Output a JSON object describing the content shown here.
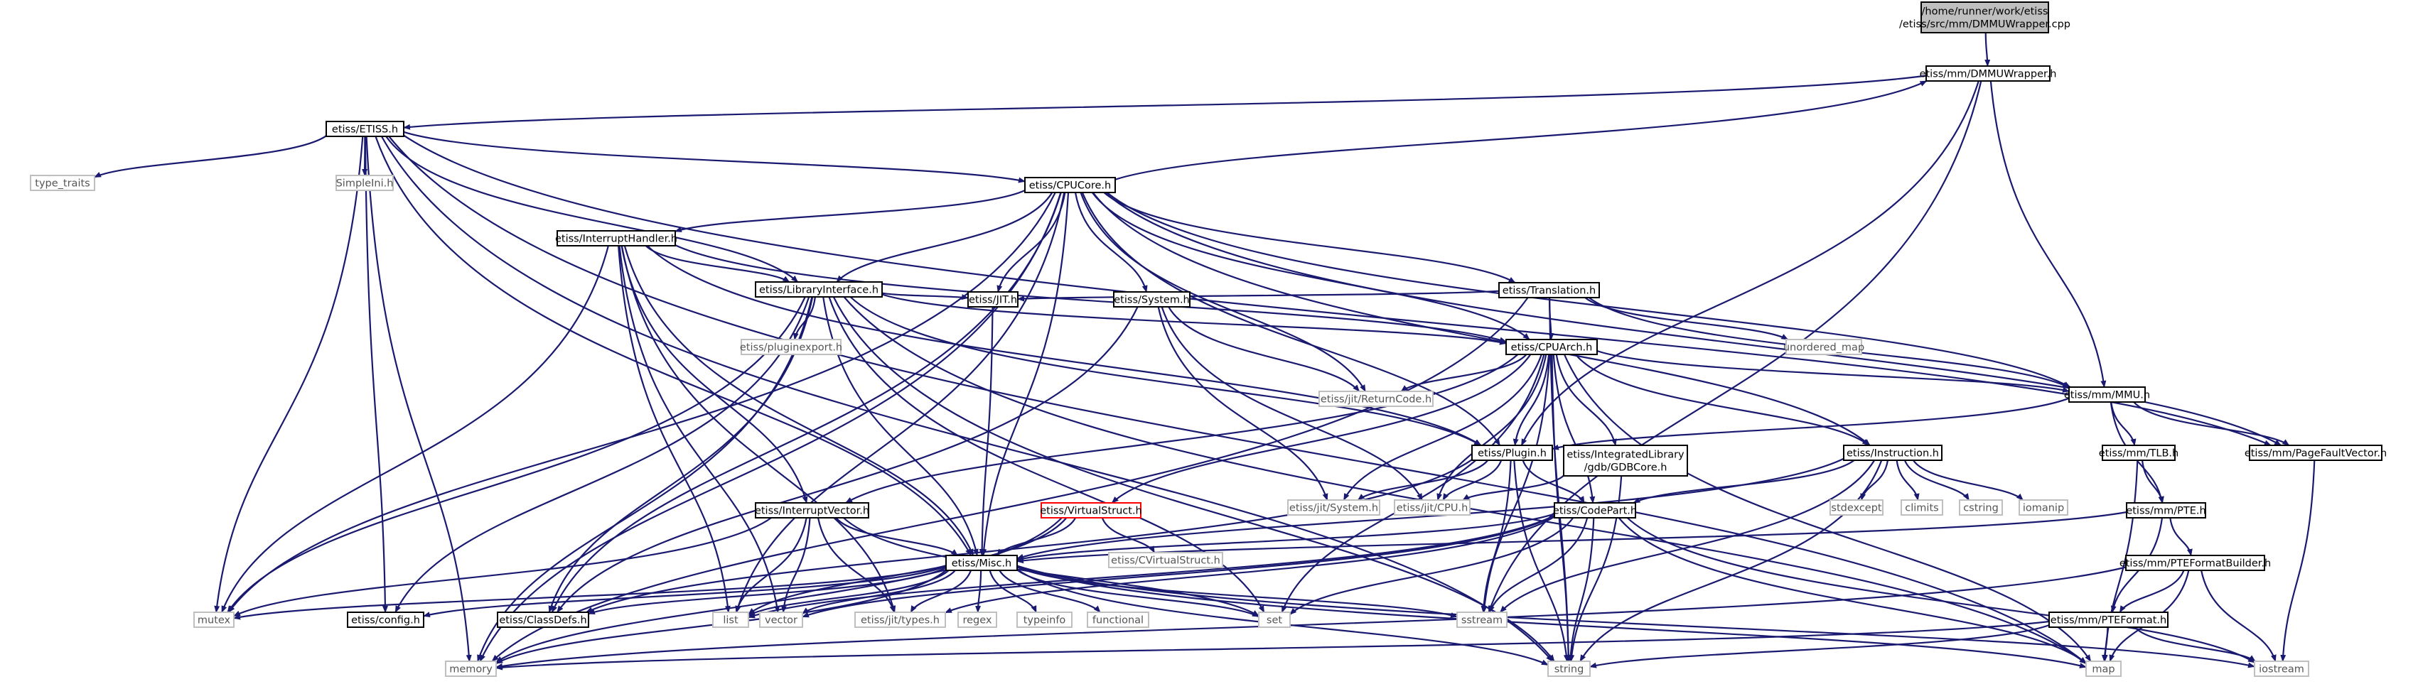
{
  "graph": {
    "nodes": [
      {
        "id": "root",
        "lines": [
          "/home/runner/work/etiss",
          "/etiss/src/mm/DMMUWrapper.cpp"
        ],
        "kind": "root"
      },
      {
        "id": "dmmuwrapper",
        "lines": [
          "etiss/mm/DMMUWrapper.h"
        ],
        "kind": "doc"
      },
      {
        "id": "etiss_h",
        "lines": [
          "etiss/ETISS.h"
        ],
        "kind": "doc"
      },
      {
        "id": "type_traits",
        "lines": [
          "type_traits"
        ],
        "kind": "external"
      },
      {
        "id": "simpleini",
        "lines": [
          "SimpleIni.h"
        ],
        "kind": "external"
      },
      {
        "id": "cpucore",
        "lines": [
          "etiss/CPUCore.h"
        ],
        "kind": "doc"
      },
      {
        "id": "interrupthandler",
        "lines": [
          "etiss/InterruptHandler.h"
        ],
        "kind": "doc"
      },
      {
        "id": "libraryinterface",
        "lines": [
          "etiss/LibraryInterface.h"
        ],
        "kind": "doc"
      },
      {
        "id": "pluginexport",
        "lines": [
          "etiss/pluginexport.h"
        ],
        "kind": "external"
      },
      {
        "id": "jit_h",
        "lines": [
          "etiss/JIT.h"
        ],
        "kind": "doc"
      },
      {
        "id": "system_h",
        "lines": [
          "etiss/System.h"
        ],
        "kind": "doc"
      },
      {
        "id": "returncode",
        "lines": [
          "etiss/jit/ReturnCode.h"
        ],
        "kind": "external"
      },
      {
        "id": "translation",
        "lines": [
          "etiss/Translation.h"
        ],
        "kind": "doc"
      },
      {
        "id": "unordered_map",
        "lines": [
          "unordered_map"
        ],
        "kind": "external"
      },
      {
        "id": "cpuarch",
        "lines": [
          "etiss/CPUArch.h"
        ],
        "kind": "doc"
      },
      {
        "id": "mmu_h",
        "lines": [
          "etiss/mm/MMU.h"
        ],
        "kind": "doc"
      },
      {
        "id": "plugin_h",
        "lines": [
          "etiss/Plugin.h"
        ],
        "kind": "doc"
      },
      {
        "id": "gdbcore",
        "lines": [
          "etiss/IntegratedLibrary",
          "/gdb/GDBCore.h"
        ],
        "kind": "doc"
      },
      {
        "id": "instruction",
        "lines": [
          "etiss/Instruction.h"
        ],
        "kind": "doc"
      },
      {
        "id": "tlb_h",
        "lines": [
          "etiss/mm/TLB.h"
        ],
        "kind": "doc"
      },
      {
        "id": "pagefault",
        "lines": [
          "etiss/mm/PageFaultVector.h"
        ],
        "kind": "doc"
      },
      {
        "id": "interruptvector",
        "lines": [
          "etiss/InterruptVector.h"
        ],
        "kind": "doc"
      },
      {
        "id": "virtualstruct",
        "lines": [
          "etiss/VirtualStruct.h"
        ],
        "kind": "red"
      },
      {
        "id": "jit_system",
        "lines": [
          "etiss/jit/System.h"
        ],
        "kind": "external"
      },
      {
        "id": "jit_cpu",
        "lines": [
          "etiss/jit/CPU.h"
        ],
        "kind": "external"
      },
      {
        "id": "codepart",
        "lines": [
          "etiss/CodePart.h"
        ],
        "kind": "doc"
      },
      {
        "id": "stdexcept",
        "lines": [
          "stdexcept"
        ],
        "kind": "external"
      },
      {
        "id": "climits",
        "lines": [
          "climits"
        ],
        "kind": "external"
      },
      {
        "id": "cstring",
        "lines": [
          "cstring"
        ],
        "kind": "external"
      },
      {
        "id": "iomanip",
        "lines": [
          "iomanip"
        ],
        "kind": "external"
      },
      {
        "id": "pte_h",
        "lines": [
          "etiss/mm/PTE.h"
        ],
        "kind": "doc"
      },
      {
        "id": "cvirtualstruct",
        "lines": [
          "etiss/CVirtualStruct.h"
        ],
        "kind": "external"
      },
      {
        "id": "misc_h",
        "lines": [
          "etiss/Misc.h"
        ],
        "kind": "doc"
      },
      {
        "id": "pteformatbuilder",
        "lines": [
          "etiss/mm/PTEFormatBuilder.h"
        ],
        "kind": "doc"
      },
      {
        "id": "mutex",
        "lines": [
          "mutex"
        ],
        "kind": "external"
      },
      {
        "id": "config_h",
        "lines": [
          "etiss/config.h"
        ],
        "kind": "doc"
      },
      {
        "id": "classdefs",
        "lines": [
          "etiss/ClassDefs.h"
        ],
        "kind": "doc"
      },
      {
        "id": "list",
        "lines": [
          "list"
        ],
        "kind": "external"
      },
      {
        "id": "vector",
        "lines": [
          "vector"
        ],
        "kind": "external"
      },
      {
        "id": "jit_types",
        "lines": [
          "etiss/jit/types.h"
        ],
        "kind": "external"
      },
      {
        "id": "regex",
        "lines": [
          "regex"
        ],
        "kind": "external"
      },
      {
        "id": "typeinfo",
        "lines": [
          "typeinfo"
        ],
        "kind": "external"
      },
      {
        "id": "functional",
        "lines": [
          "functional"
        ],
        "kind": "external"
      },
      {
        "id": "set",
        "lines": [
          "set"
        ],
        "kind": "external"
      },
      {
        "id": "sstream",
        "lines": [
          "sstream"
        ],
        "kind": "external"
      },
      {
        "id": "pteformat",
        "lines": [
          "etiss/mm/PTEFormat.h"
        ],
        "kind": "doc"
      },
      {
        "id": "memory",
        "lines": [
          "memory"
        ],
        "kind": "external"
      },
      {
        "id": "string",
        "lines": [
          "string"
        ],
        "kind": "external"
      },
      {
        "id": "map",
        "lines": [
          "map"
        ],
        "kind": "external"
      },
      {
        "id": "iostream",
        "lines": [
          "iostream"
        ],
        "kind": "external"
      }
    ],
    "edges": [
      [
        "root",
        "dmmuwrapper"
      ],
      [
        "dmmuwrapper",
        "etiss_h"
      ],
      [
        "dmmuwrapper",
        "mmu_h"
      ],
      [
        "dmmuwrapper",
        "plugin_h"
      ],
      [
        "dmmuwrapper",
        "sstream"
      ],
      [
        "etiss_h",
        "type_traits"
      ],
      [
        "etiss_h",
        "simpleini"
      ],
      [
        "etiss_h",
        "cpucore"
      ],
      [
        "etiss_h",
        "libraryinterface"
      ],
      [
        "etiss_h",
        "misc_h"
      ],
      [
        "etiss_h",
        "mutex"
      ],
      [
        "etiss_h",
        "config_h"
      ],
      [
        "etiss_h",
        "memory"
      ],
      [
        "etiss_h",
        "map"
      ],
      [
        "etiss_h",
        "string"
      ],
      [
        "etiss_h",
        "pagefault"
      ],
      [
        "cpucore",
        "dmmuwrapper"
      ],
      [
        "cpucore",
        "interrupthandler"
      ],
      [
        "cpucore",
        "libraryinterface"
      ],
      [
        "cpucore",
        "jit_h"
      ],
      [
        "cpucore",
        "system_h"
      ],
      [
        "cpucore",
        "returncode"
      ],
      [
        "cpucore",
        "translation"
      ],
      [
        "cpucore",
        "cpuarch"
      ],
      [
        "cpucore",
        "mmu_h"
      ],
      [
        "cpucore",
        "plugin_h"
      ],
      [
        "cpucore",
        "instruction"
      ],
      [
        "cpucore",
        "pagefault"
      ],
      [
        "cpucore",
        "misc_h"
      ],
      [
        "cpucore",
        "mutex"
      ],
      [
        "cpucore",
        "memory"
      ],
      [
        "cpucore",
        "list"
      ],
      [
        "cpucore",
        "classdefs"
      ],
      [
        "interrupthandler",
        "libraryinterface"
      ],
      [
        "interrupthandler",
        "interruptvector"
      ],
      [
        "interrupthandler",
        "cpuarch"
      ],
      [
        "interrupthandler",
        "plugin_h"
      ],
      [
        "interrupthandler",
        "mutex"
      ],
      [
        "interrupthandler",
        "list"
      ],
      [
        "interrupthandler",
        "vector"
      ],
      [
        "interrupthandler",
        "jit_types"
      ],
      [
        "interrupthandler",
        "misc_h"
      ],
      [
        "libraryinterface",
        "pluginexport"
      ],
      [
        "libraryinterface",
        "jit_h"
      ],
      [
        "libraryinterface",
        "cpuarch"
      ],
      [
        "libraryinterface",
        "plugin_h"
      ],
      [
        "libraryinterface",
        "misc_h"
      ],
      [
        "libraryinterface",
        "mutex"
      ],
      [
        "libraryinterface",
        "config_h"
      ],
      [
        "libraryinterface",
        "classdefs"
      ],
      [
        "libraryinterface",
        "memory"
      ],
      [
        "libraryinterface",
        "set"
      ],
      [
        "libraryinterface",
        "string"
      ],
      [
        "libraryinterface",
        "map"
      ],
      [
        "jit_h",
        "misc_h"
      ],
      [
        "system_h",
        "returncode"
      ],
      [
        "system_h",
        "jit_system"
      ],
      [
        "system_h",
        "jit_cpu"
      ],
      [
        "system_h",
        "classdefs"
      ],
      [
        "translation",
        "jit_h"
      ],
      [
        "translation",
        "cpuarch"
      ],
      [
        "translation",
        "unordered_map"
      ],
      [
        "translation",
        "mmu_h"
      ],
      [
        "translation",
        "string"
      ],
      [
        "translation",
        "memory"
      ],
      [
        "cpuarch",
        "returncode"
      ],
      [
        "cpuarch",
        "mmu_h"
      ],
      [
        "cpuarch",
        "plugin_h"
      ],
      [
        "cpuarch",
        "gdbcore"
      ],
      [
        "cpuarch",
        "instruction"
      ],
      [
        "cpuarch",
        "interruptvector"
      ],
      [
        "cpuarch",
        "virtualstruct"
      ],
      [
        "cpuarch",
        "jit_system"
      ],
      [
        "cpuarch",
        "jit_cpu"
      ],
      [
        "cpuarch",
        "codepart"
      ],
      [
        "cpuarch",
        "set"
      ],
      [
        "cpuarch",
        "string"
      ],
      [
        "cpuarch",
        "map"
      ],
      [
        "cpuarch",
        "sstream"
      ],
      [
        "mmu_h",
        "plugin_h"
      ],
      [
        "mmu_h",
        "tlb_h"
      ],
      [
        "mmu_h",
        "pagefault"
      ],
      [
        "mmu_h",
        "pte_h"
      ],
      [
        "plugin_h",
        "jit_system"
      ],
      [
        "plugin_h",
        "jit_cpu"
      ],
      [
        "plugin_h",
        "codepart"
      ],
      [
        "plugin_h",
        "classdefs"
      ],
      [
        "plugin_h",
        "string"
      ],
      [
        "plugin_h",
        "sstream"
      ],
      [
        "gdbcore",
        "jit_cpu"
      ],
      [
        "gdbcore",
        "string"
      ],
      [
        "instruction",
        "codepart"
      ],
      [
        "instruction",
        "stdexcept"
      ],
      [
        "instruction",
        "climits"
      ],
      [
        "instruction",
        "cstring"
      ],
      [
        "instruction",
        "iomanip"
      ],
      [
        "instruction",
        "misc_h"
      ],
      [
        "instruction",
        "string"
      ],
      [
        "instruction",
        "sstream"
      ],
      [
        "tlb_h",
        "pte_h"
      ],
      [
        "tlb_h",
        "map"
      ],
      [
        "pagefault",
        "iostream"
      ],
      [
        "interruptvector",
        "misc_h"
      ],
      [
        "interruptvector",
        "mutex"
      ],
      [
        "interruptvector",
        "list"
      ],
      [
        "interruptvector",
        "vector"
      ],
      [
        "interruptvector",
        "jit_types"
      ],
      [
        "interruptvector",
        "set"
      ],
      [
        "virtualstruct",
        "misc_h"
      ],
      [
        "virtualstruct",
        "cvirtualstruct"
      ],
      [
        "virtualstruct",
        "list"
      ],
      [
        "virtualstruct",
        "memory"
      ],
      [
        "codepart",
        "misc_h"
      ],
      [
        "codepart",
        "list"
      ],
      [
        "codepart",
        "vector"
      ],
      [
        "codepart",
        "jit_types"
      ],
      [
        "codepart",
        "set"
      ],
      [
        "codepart",
        "sstream"
      ],
      [
        "codepart",
        "string"
      ],
      [
        "codepart",
        "map"
      ],
      [
        "codepart",
        "iostream"
      ],
      [
        "pte_h",
        "pteformatbuilder"
      ],
      [
        "pte_h",
        "pteformat"
      ],
      [
        "pte_h",
        "misc_h"
      ],
      [
        "pteformatbuilder",
        "pteformat"
      ],
      [
        "pteformatbuilder",
        "map"
      ],
      [
        "pteformatbuilder",
        "iostream"
      ],
      [
        "pteformatbuilder",
        "memory"
      ],
      [
        "pteformat",
        "map"
      ],
      [
        "pteformat",
        "iostream"
      ],
      [
        "pteformat",
        "string"
      ],
      [
        "pteformat",
        "memory"
      ],
      [
        "misc_h",
        "mutex"
      ],
      [
        "misc_h",
        "config_h"
      ],
      [
        "misc_h",
        "classdefs"
      ],
      [
        "misc_h",
        "list"
      ],
      [
        "misc_h",
        "vector"
      ],
      [
        "misc_h",
        "jit_types"
      ],
      [
        "misc_h",
        "regex"
      ],
      [
        "misc_h",
        "typeinfo"
      ],
      [
        "misc_h",
        "functional"
      ],
      [
        "misc_h",
        "set"
      ],
      [
        "misc_h",
        "sstream"
      ],
      [
        "misc_h",
        "memory"
      ],
      [
        "misc_h",
        "string"
      ],
      [
        "misc_h",
        "map"
      ],
      [
        "misc_h",
        "iostream"
      ]
    ]
  }
}
